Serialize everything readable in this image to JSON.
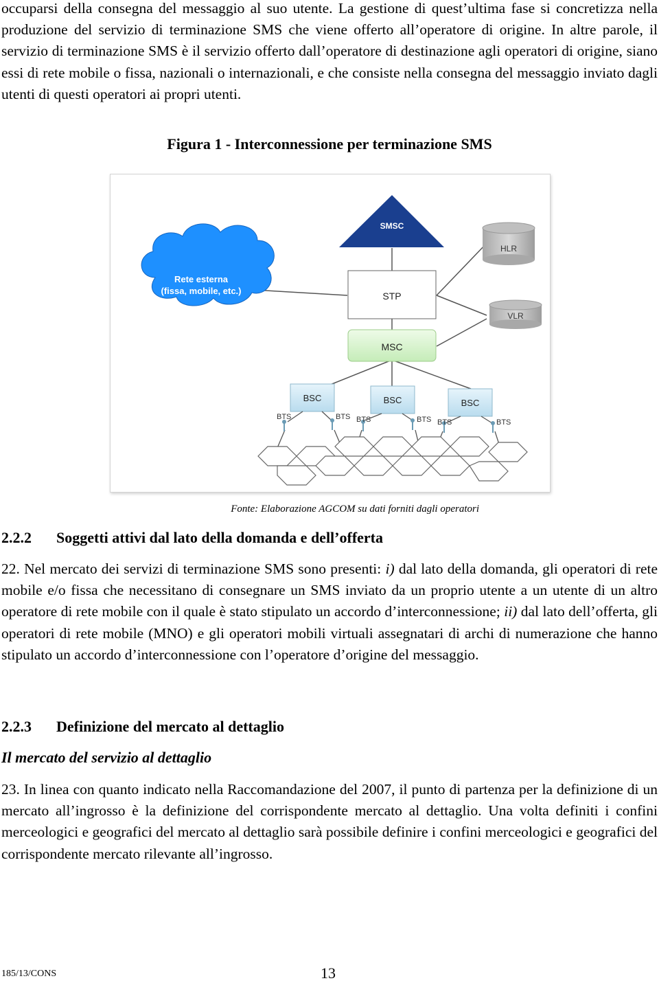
{
  "intro_paragraph": "occuparsi della consegna del messaggio al suo utente. La gestione di quest’ultima fase si concretizza nella produzione del servizio di terminazione SMS che viene offerto all’operatore di origine. In altre parole, il servizio di terminazione SMS è il servizio offerto dall’operatore di destinazione agli operatori di origine, siano essi di rete mobile o fissa, nazionali o internazionali, e che consiste nella consegna del messaggio inviato dagli utenti di questi operatori ai propri utenti.",
  "figure": {
    "caption": "Figura 1 - Interconnessione per terminazione SMS",
    "source": "Fonte: Elaborazione AGCOM su dati forniti dagli operatori",
    "labels": {
      "smsc": "SMSC",
      "hlr": "HLR",
      "vlr": "VLR",
      "stp": "STP",
      "msc": "MSC",
      "cloud_line1": "Rete esterna",
      "cloud_line2": "(fissa, mobile, etc.)",
      "bsc": [
        "BSC",
        "BSC",
        "BSC"
      ],
      "bts": [
        "BTS",
        "BTS",
        "BTS",
        "BTS",
        "BTS",
        "BTS"
      ]
    },
    "colors": {
      "smsc": "#1a3f8f",
      "cloud": "#1e90ff",
      "msc": "#d9f5d0",
      "bsc": "#cfe8f4",
      "cylinder": "#c4c4c4"
    }
  },
  "section_222": {
    "number": "2.2.2",
    "title": "Soggetti attivi dal lato della domanda e dell’offerta"
  },
  "para_22": {
    "part1": "22. Nel mercato dei servizi di terminazione SMS sono presenti: ",
    "marker1": "i)",
    "part2": " dal lato della domanda, gli operatori di rete mobile e/o fissa che necessitano di consegnare un SMS inviato da un proprio utente a un utente di un altro operatore di rete mobile con il quale è stato stipulato un accordo d’interconnessione; ",
    "marker2": "ii)",
    "part3": " dal lato dell’offerta, gli operatori di rete mobile (MNO) e gli operatori mobili virtuali assegnatari di archi di numerazione che hanno stipulato un accordo d’interconnessione con l’operatore d’origine del messaggio."
  },
  "section_223": {
    "number": "2.2.3",
    "title": "Definizione del mercato al dettaglio"
  },
  "subheading": "Il mercato del servizio al dettaglio",
  "para_23": "23. In linea con quanto indicato nella Raccomandazione del 2007, il punto di partenza per la definizione di un mercato all’ingrosso è la definizione del corrispondente mercato al dettaglio. Una volta definiti i confini merceologici e geografici del mercato al dettaglio sarà possibile definire i confini merceologici e geografici del corrispondente mercato rilevante all’ingrosso.",
  "footer": {
    "doc_id": "185/13/CONS",
    "page_number": "13"
  }
}
